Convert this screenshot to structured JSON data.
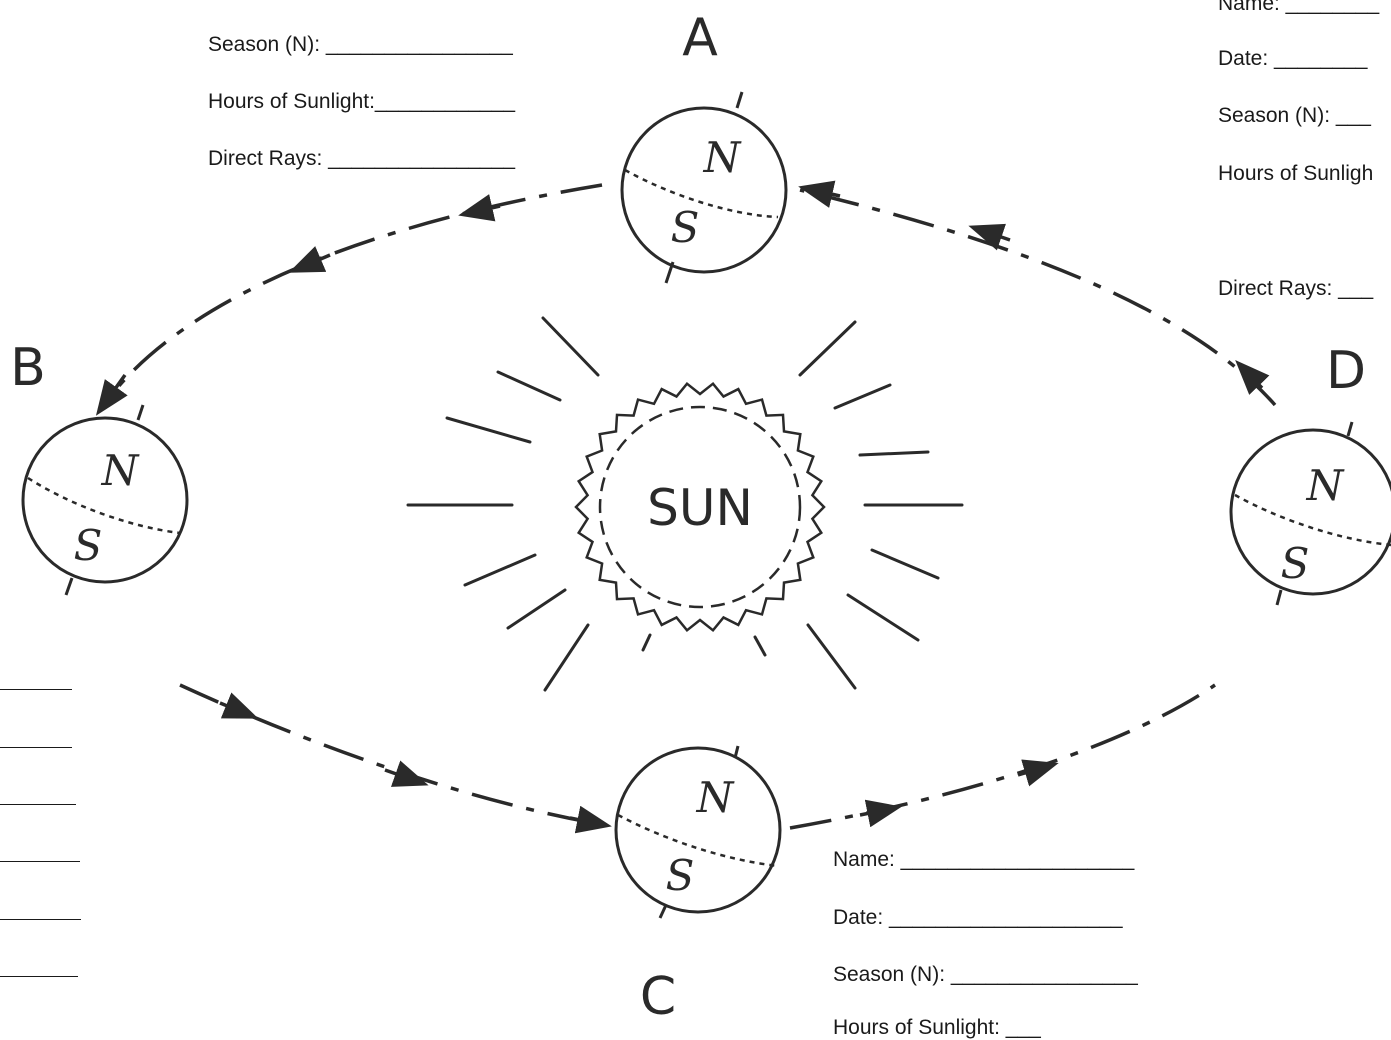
{
  "positions": [
    {
      "letter": "A",
      "north": "N",
      "south": "S"
    },
    {
      "letter": "B",
      "north": "N",
      "south": "S"
    },
    {
      "letter": "C",
      "north": "N",
      "south": "S"
    },
    {
      "letter": "D",
      "north": "N",
      "south": "S"
    }
  ],
  "sun_label": "SUN",
  "card_a": {
    "season": "Season (N): ________________",
    "hours": "Hours of Sunlight:____________",
    "rays": "Direct Rays: ________________"
  },
  "card_d": {
    "name": "Name: ________",
    "date": "Date: ________",
    "season": "Season (N): ___",
    "hours": "Hours of Sunligh",
    "rays": "Direct Rays: ___"
  },
  "card_c": {
    "name": "Name: ____________________",
    "date": "Date: ____________________",
    "season": "Season (N): ________________",
    "hours": "Hours of Sunlight: ___"
  },
  "colors": {
    "ink": "#2a2a2a",
    "paper": "#ffffff"
  }
}
